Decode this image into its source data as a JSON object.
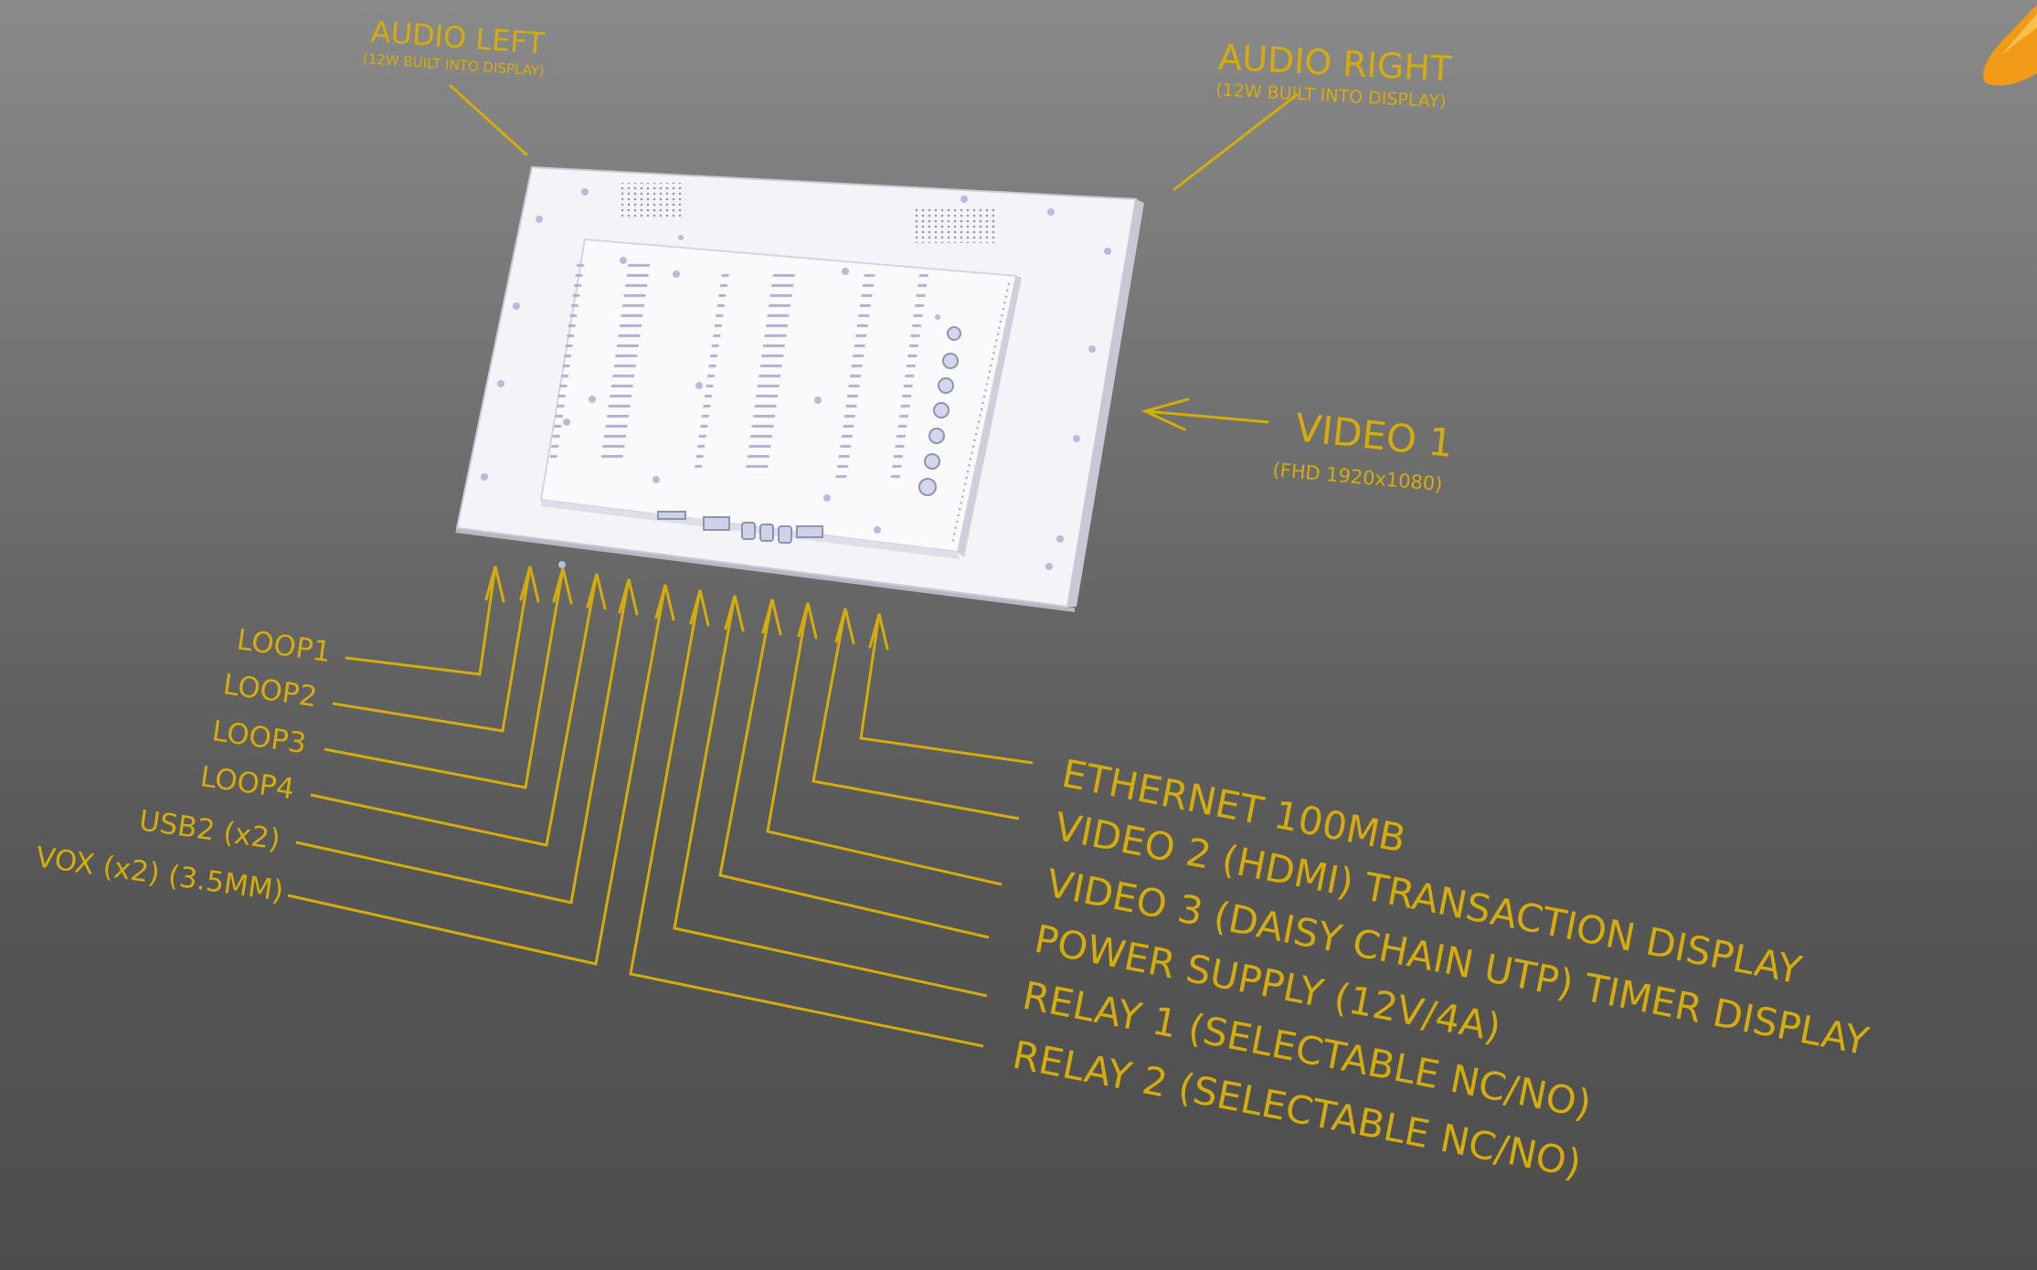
{
  "colors": {
    "annotation": "#d4ac0d",
    "panel": "#f4f4f8",
    "background_top": "#8a8a8a",
    "background_bottom": "#4d4d4d"
  },
  "callouts": {
    "audio_left": {
      "title": "AUDIO LEFT",
      "note": "(12W BUILT INTO DISPLAY)"
    },
    "audio_right": {
      "title": "AUDIO RIGHT",
      "note": "(12W BUILT INTO DISPLAY)"
    },
    "video_1": {
      "title": "VIDEO 1",
      "note": "(FHD 1920x1080)"
    }
  },
  "left_connectors": [
    "LOOP1",
    "LOOP2",
    "LOOP3",
    "LOOP4",
    "USB2 (x2)",
    "VOX (x2) (3.5MM)"
  ],
  "right_connectors": [
    "ETHERNET 100MB",
    "VIDEO 2 (HDMI) TRANSACTION DISPLAY",
    "VIDEO 3 (DAISY CHAIN UTP) TIMER DISPLAY",
    "POWER SUPPLY (12V/4A)",
    "RELAY 1 (SELECTABLE NC/NO)",
    "RELAY 2 (SELECTABLE NC/NO)"
  ]
}
